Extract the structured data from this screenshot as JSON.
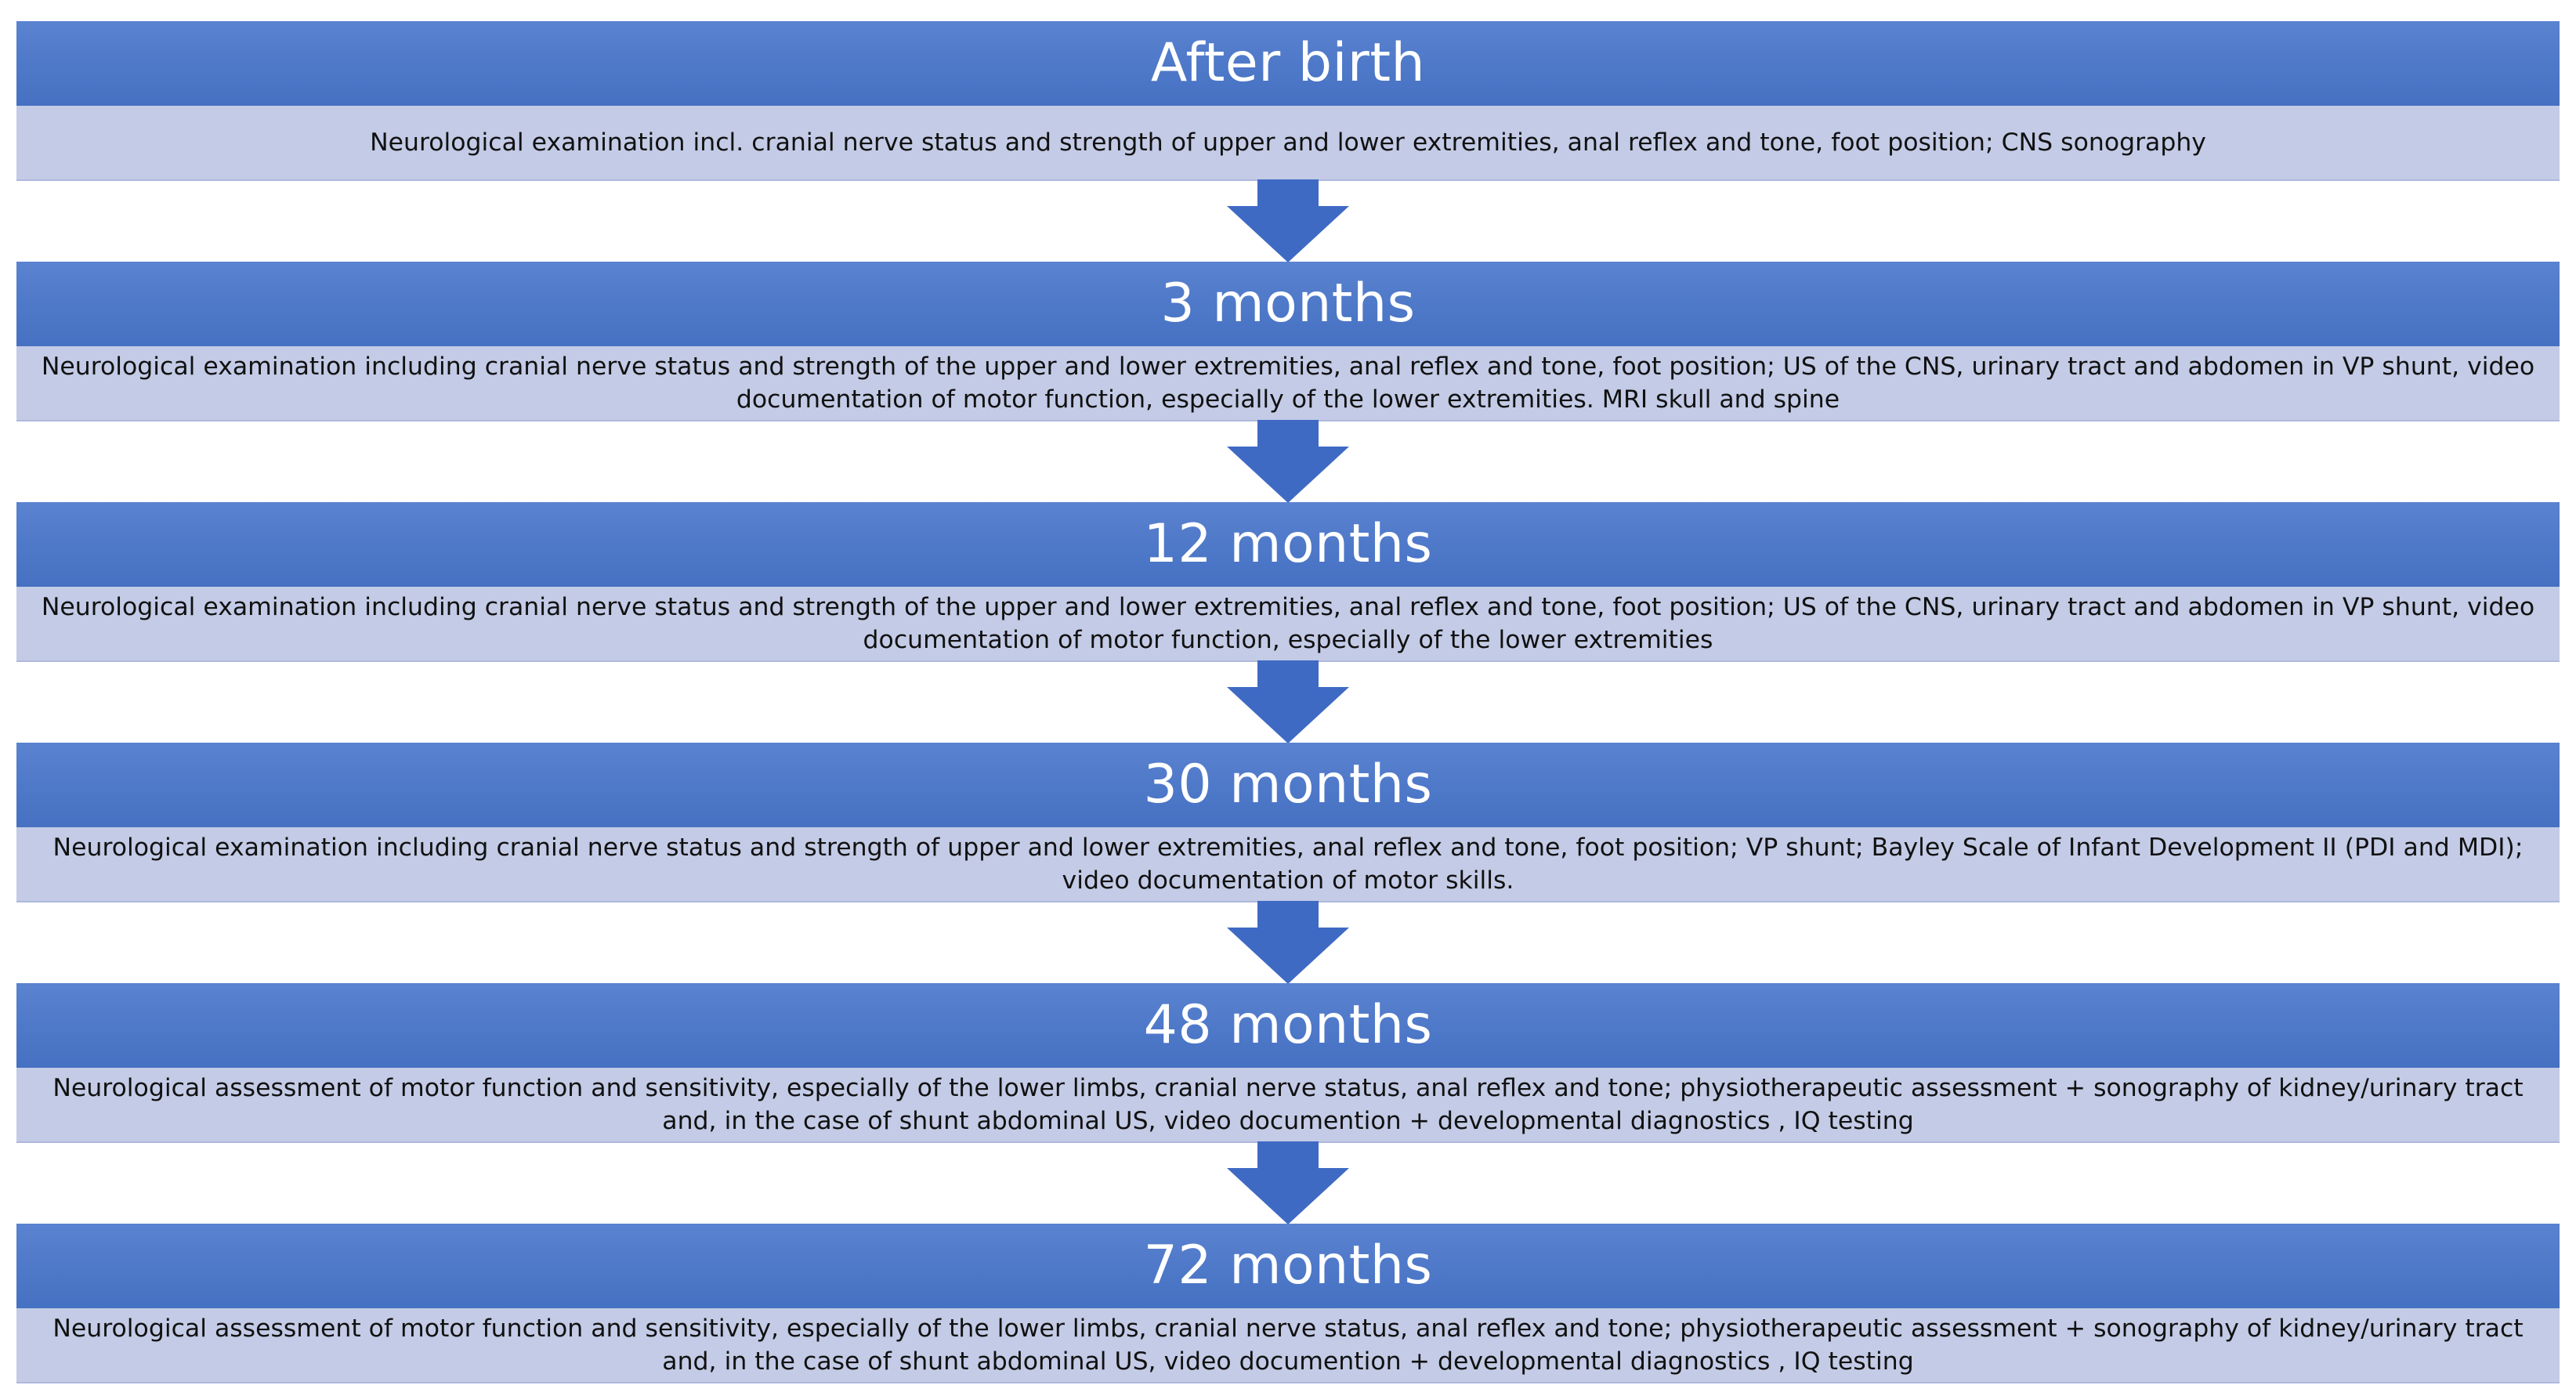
{
  "stages": [
    {
      "title": "After birth",
      "description": "Neurological examination incl. cranial nerve status and strength of upper and lower extremities, anal reflex and tone, foot position; CNS sonography"
    },
    {
      "title": "3 months",
      "description": "Neurological examination including cranial nerve status and strength of the upper and lower extremities, anal reflex and tone, foot position; US of the CNS, urinary tract and abdomen in VP shunt, video documentation of motor function, especially of the lower extremities. MRI skull and spine"
    },
    {
      "title": "12 months",
      "description": "Neurological examination including cranial nerve status and strength of the upper and lower extremities, anal reflex and tone, foot position; US of the CNS, urinary tract and abdomen in VP shunt, video documentation of motor function, especially of the lower extremities"
    },
    {
      "title": "30 months",
      "description": "Neurological examination including cranial nerve status and strength of upper and lower extremities, anal reflex and tone, foot position; VP shunt; Bayley Scale of Infant Development II (PDI and MDI); video documentation of motor skills."
    },
    {
      "title": "48 months",
      "description": "Neurological assessment of motor function and sensitivity, especially of the lower limbs, cranial nerve status, anal reflex and tone; physiotherapeutic assessment + sonography of kidney/urinary tract and, in the case of shunt abdominal US, video documention + developmental diagnostics , IQ testing"
    },
    {
      "title": "72 months",
      "description": "Neurological assessment of motor function and sensitivity, especially of the lower limbs, cranial nerve status, anal reflex and tone; physiotherapeutic assessment + sonography of kidney/urinary tract and, in the case of shunt abdominal US, video documention + developmental diagnostics , IQ testing"
    }
  ],
  "colors": {
    "header": "#4e78c8",
    "body": "#c3cbe6",
    "arrow": "#3f6ac4"
  },
  "arrow_icon": "down-arrow-icon"
}
